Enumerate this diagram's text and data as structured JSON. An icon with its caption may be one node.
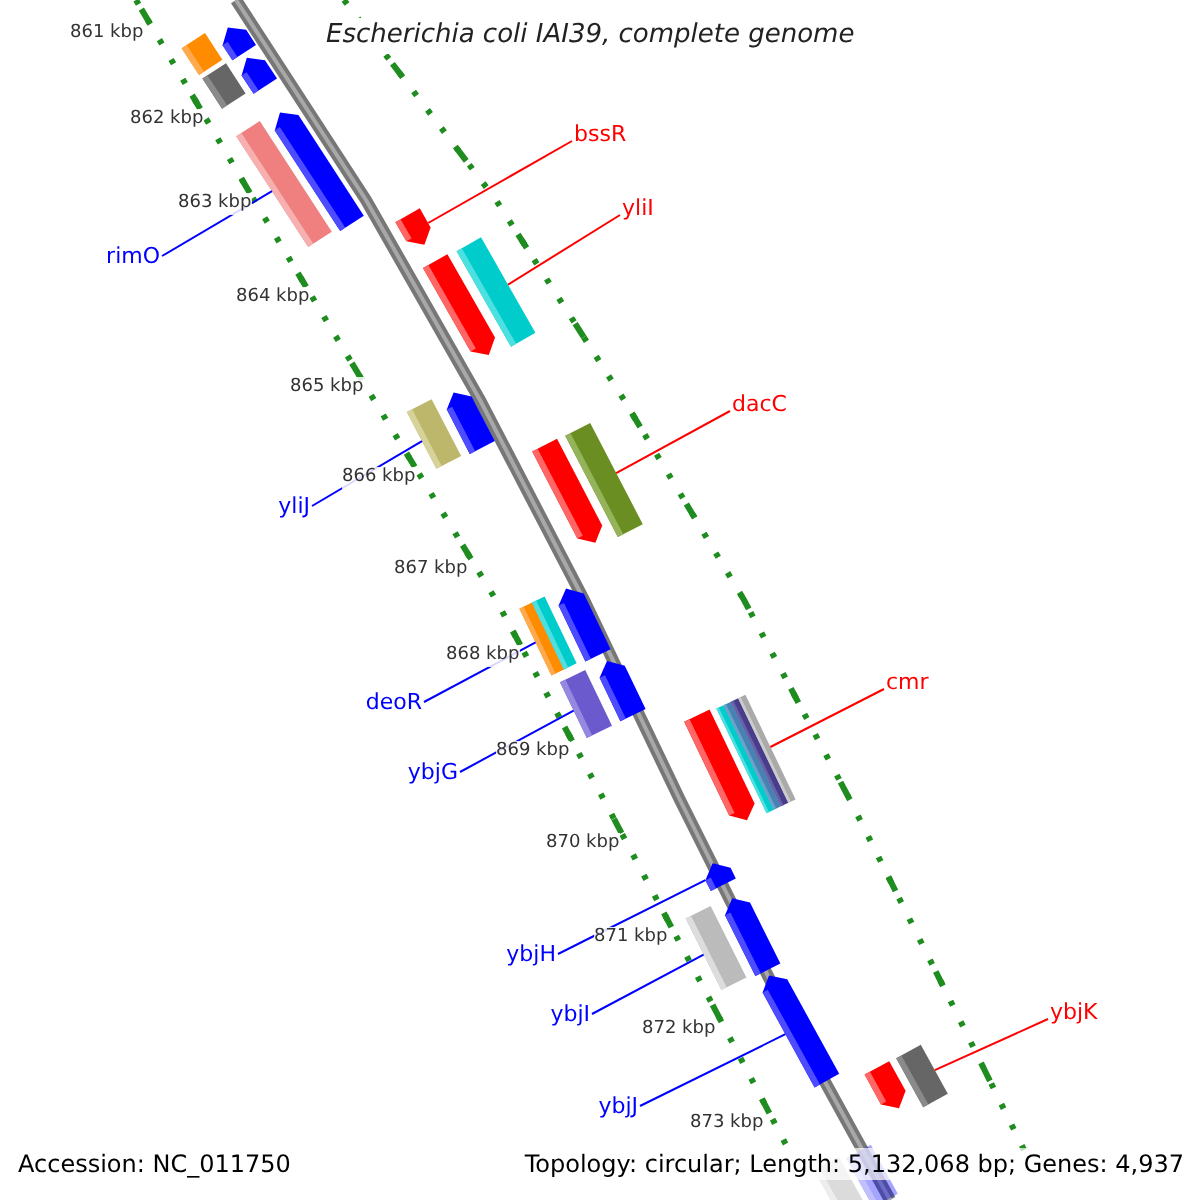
{
  "diagram": {
    "title": "Escherichia coli IAI39, complete genome",
    "nodes": [
      {
        "text": [
          "bssR"
        ]
      },
      {
        "text": [
          "yliI"
        ]
      },
      {
        "text": [
          "rimO"
        ]
      },
      {
        "text": [
          "dacC"
        ]
      },
      {
        "text": [
          "yliJ"
        ]
      },
      {
        "text": [
          "cmr"
        ]
      },
      {
        "text": [
          "deoR"
        ]
      },
      {
        "text": [
          "ybjG"
        ]
      },
      {
        "text": [
          "ybjH"
        ]
      },
      {
        "text": [
          "ybjK"
        ]
      },
      {
        "text": [
          "ybjI"
        ]
      },
      {
        "text": [
          "ybjJ"
        ]
      },
      {
        "text": [],
        "shape": "bar"
      },
      {
        "text": [],
        "shape": "bar"
      },
      {
        "text": [],
        "shape": "bar"
      },
      {
        "text": [],
        "shape": "bar"
      },
      {
        "text": [],
        "shape": "bar"
      },
      {
        "text": [],
        "shape": "bar"
      },
      {
        "text": [],
        "shape": "bar"
      },
      {
        "text": [],
        "shape": "bar"
      },
      {
        "text": [],
        "shape": "bar"
      },
      {
        "text": [],
        "shape": "bar"
      },
      {
        "text": [],
        "shape": "bar"
      },
      {
        "text": [],
        "shape": "bar"
      }
    ],
    "edges": [
      {
        "from": 0,
        "to": 13,
        "arrow": "none",
        "color": "#ff0000"
      },
      {
        "from": 1,
        "to": 14,
        "arrow": "none",
        "color": "#ff0000"
      },
      {
        "from": 2,
        "to": 12,
        "arrow": "none"
      },
      {
        "from": 3,
        "to": 16,
        "arrow": "none",
        "color": "#ff0000"
      },
      {
        "from": 4,
        "to": 15,
        "arrow": "none"
      },
      {
        "from": 5,
        "to": 19,
        "arrow": "none",
        "color": "#ff0000"
      },
      {
        "from": 6,
        "to": 17,
        "arrow": "none"
      },
      {
        "from": 7,
        "to": 18,
        "arrow": "none"
      },
      {
        "from": 8,
        "to": 20,
        "arrow": "none"
      },
      {
        "from": 9,
        "to": 23,
        "arrow": "none",
        "color": "#ff0000"
      },
      {
        "from": 10,
        "to": 21,
        "arrow": "none"
      },
      {
        "from": 11,
        "to": 22,
        "arrow": "none"
      }
    ],
    "labels": [
      "861 kbp",
      "862 kbp",
      "863 kbp",
      "864 kbp",
      "865 kbp",
      "866 kbp",
      "867 kbp",
      "868 kbp",
      "869 kbp",
      "870 kbp",
      "871 kbp",
      "872 kbp",
      "873 kbp",
      "Accession: NC_011750",
      "Topology: circular; Length: 5,132,068 bp; Genes: 4,937"
    ]
  }
}
